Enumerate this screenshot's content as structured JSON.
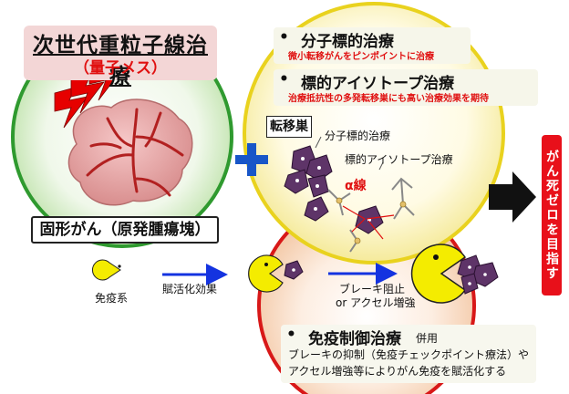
{
  "left_panel": {
    "title": "次世代重粒子線治療",
    "subtitle": "（量子メス）",
    "tumor_label": "固形がん（原発腫瘍塊）"
  },
  "top_right": {
    "bullet1_title": "分子標的治療",
    "bullet1_note": "微小転移がんをピンポイントに治療",
    "bullet2_title": "標的アイソトープ治療",
    "bullet2_note": "治療抵抗性の多発転移巣にも高い治療効果を期待",
    "metastasis_label": "転移巣",
    "molecular_label": "分子標的治療",
    "isotope_label": "標的アイソトープ治療",
    "alpha_label": "α線"
  },
  "immune": {
    "immune_label": "免疫系",
    "activation_label": "賦活化効果",
    "brake_label_1": "ブレーキ阻止",
    "brake_label_2": "or アクセル増強",
    "bullet3_title": "免疫制御治療",
    "bullet3_suffix": "併用",
    "bullet3_note_1": "ブレーキの抑制（免疫チェックポイント療法）や",
    "bullet3_note_2": "アクセル増強等によりがん免疫を賦活化する"
  },
  "goal": {
    "text": "がん死ゼロを目指す"
  },
  "colors": {
    "green_circle": "#2f9a2f",
    "yellow_circle": "#e9d21e",
    "red_circle": "#d81818",
    "plus": "#1856c8",
    "arrow_blue": "#1433e0",
    "pacman": "#f4ec00",
    "goal_bg": "#e8101a"
  }
}
